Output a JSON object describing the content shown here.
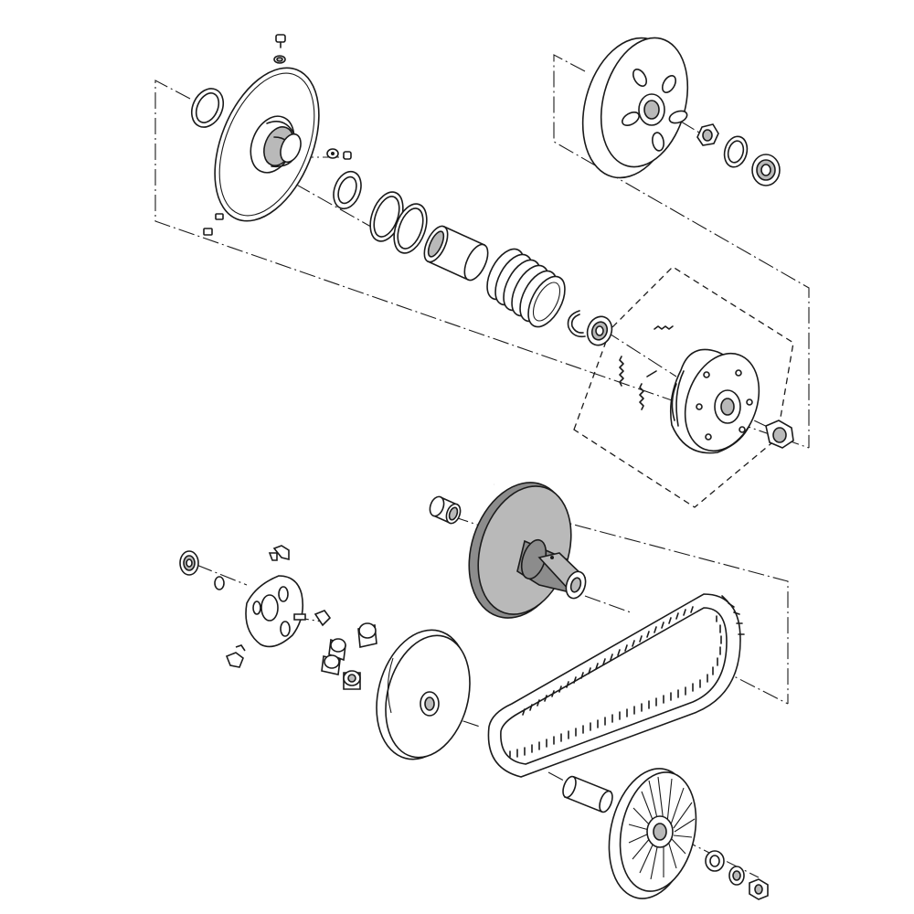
{
  "figure": {
    "kind": "exploded-view",
    "colors": {
      "ink": "#1a1a1a",
      "highlight": "#b9b9b9",
      "shadow": "#8c8c8c",
      "paper": "#ffffff"
    },
    "assemblies": [
      {
        "id": "driven-pulley-group",
        "parts": [
          "small-pin",
          "small-collar",
          "driven-face-plate",
          "seal-ring",
          "oil-seal",
          "o-ring-large",
          "o-ring-large-2",
          "collar-sleeve",
          "torque-spring"
        ]
      },
      {
        "id": "clutch-group",
        "parts": [
          "clutch-housing",
          "hex-nut",
          "washer",
          "bearing",
          "circlip",
          "clutch-bearing",
          "clutch-shoe-springs",
          "clutch-carrier",
          "lock-nut"
        ]
      },
      {
        "id": "drive-pulley-group",
        "parts": [
          "needle-bearing",
          "movable-drive-face",
          "oil-seal-small",
          "ramp-plate",
          "sliders",
          "weight-rollers",
          "drive-face",
          "drive-belt",
          "pulley-collar",
          "fan-drive-face",
          "washer-small",
          "nut-small"
        ]
      }
    ]
  }
}
